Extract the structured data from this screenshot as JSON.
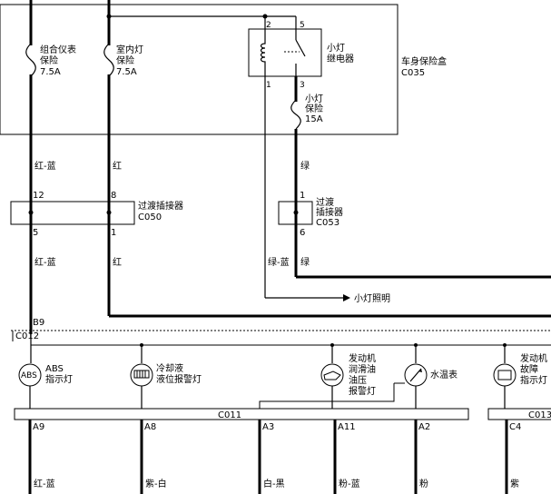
{
  "modules": {
    "body_fuse_box": {
      "name": "车身保险盒",
      "code": "C035"
    },
    "connector_c050": {
      "name": "过渡插接器",
      "code": "C050"
    },
    "connector_c053": {
      "line1": "过渡",
      "line2": "插接器",
      "code": "C053"
    },
    "cluster_connector_c011": "C011",
    "cluster_connector_c012": "C012",
    "cluster_connector_c013": "C013"
  },
  "fuses": [
    {
      "line1": "组合仪表",
      "line2": "保险",
      "rating": "7.5A"
    },
    {
      "line1": "室内灯",
      "line2": "保险",
      "rating": "7.5A"
    },
    {
      "line1": "小灯",
      "line2": "保险",
      "rating": "15A"
    }
  ],
  "relay": {
    "line1": "小灯",
    "line2": "继电器",
    "pins": [
      "2",
      "5",
      "1",
      "3"
    ]
  },
  "wire_colors": {
    "red_blue": "红-蓝",
    "red": "红",
    "green": "绿",
    "green_blue": "绿-蓝",
    "purple_white": "紫-白",
    "white_black": "白-黑",
    "pink_blue": "粉-蓝",
    "pink": "粉",
    "purple": "紫"
  },
  "pins": {
    "c050_in_left": "12",
    "c050_in_right": "8",
    "c050_out_left": "5",
    "c050_out_right": "1",
    "c053_in": "1",
    "c053_out": "6",
    "b9": "B9",
    "a9": "A9",
    "a8": "A8",
    "a3": "A3",
    "a11": "A11",
    "a2": "A2",
    "c4": "C4"
  },
  "output_label": "小灯照明",
  "indicators": [
    {
      "icon": "ABS",
      "line1": "ABS",
      "line2": "指示灯"
    },
    {
      "icon": "coolant",
      "line1": "冷却液",
      "line2": "液位报警灯"
    },
    {
      "icon": "oil",
      "line1": "发动机",
      "line2": "润滑油",
      "line3": "油压",
      "line4": "报警灯"
    },
    {
      "icon": "gauge",
      "line1": "水温表"
    },
    {
      "icon": "engine",
      "line1": "发动机",
      "line2": "故障",
      "line3": "指示灯"
    }
  ]
}
